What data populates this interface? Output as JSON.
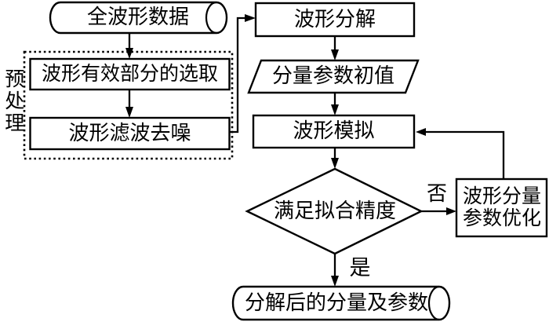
{
  "figure": {
    "background": "#ffffff",
    "line_color": "#000000",
    "nodes": {
      "full_waveform": {
        "shape": "stored-data-cylinder",
        "label": "全波形数据"
      },
      "preprocess_group": {
        "shape": "dotted-group",
        "label": "预处理"
      },
      "select_effective": {
        "shape": "rectangle",
        "label": "波形有效部分的选取"
      },
      "filter_denoise": {
        "shape": "rectangle",
        "label": "波形滤波去噪"
      },
      "waveform_decompose": {
        "shape": "rectangle",
        "label": "波形分解"
      },
      "initial_params": {
        "shape": "parallelogram",
        "label": "分量参数初值"
      },
      "waveform_simulate": {
        "shape": "rectangle",
        "label": "波形模拟"
      },
      "fit_accuracy_decision": {
        "shape": "diamond",
        "label": "满足拟合精度"
      },
      "param_optimize": {
        "shape": "rectangle",
        "label": "波形分量\n参数优化"
      },
      "decomposed_output": {
        "shape": "stored-data-cylinder",
        "label": "分解后的分量及参数"
      }
    },
    "branch_labels": {
      "no": "否",
      "yes": "是"
    }
  }
}
